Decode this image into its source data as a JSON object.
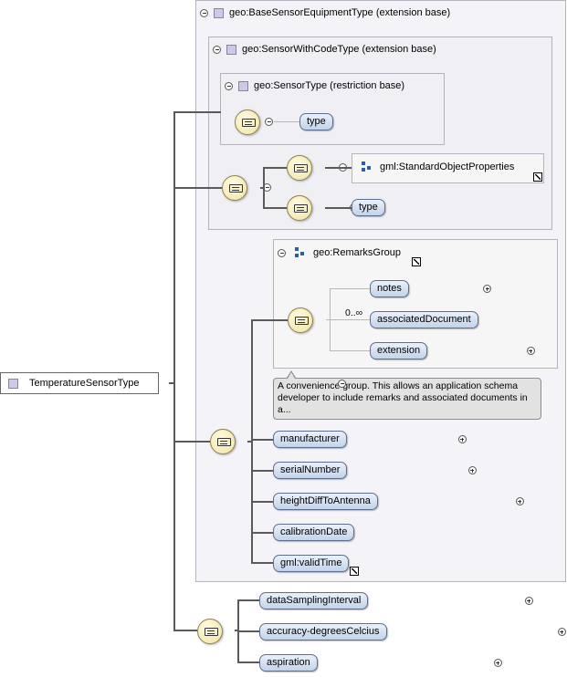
{
  "root": {
    "label": "TemperatureSensorType"
  },
  "base_equipment": {
    "label": "geo:BaseSensorEquipmentType (extension base)"
  },
  "sensor_with_code": {
    "label": "geo:SensorWithCodeType (extension base)"
  },
  "sensor_type": {
    "label": "geo:SensorType (restriction base)",
    "element": "type"
  },
  "standard_props": {
    "label": "gml:StandardObjectProperties"
  },
  "code_type": {
    "element": "type"
  },
  "remarks_group": {
    "label": "geo:RemarksGroup",
    "occurrence": "0..∞",
    "elements": [
      "notes",
      "associatedDocument",
      "extension"
    ],
    "tooltip": "A convenience group. This allows an application schema developer to include remarks and associated documents in a..."
  },
  "equipment_elements": [
    "manufacturer",
    "serialNumber",
    "heightDiffToAntenna",
    "calibrationDate",
    "gml:validTime"
  ],
  "temperature_elements": [
    "dataSamplingInterval",
    "accuracy-degreesCelcius",
    "aspiration"
  ],
  "colors": {
    "pill_border": "#5d6f8d",
    "type_square": "#cfc8e6",
    "group_icon": "#2b5ea8",
    "sequence": "#efe3a4"
  }
}
